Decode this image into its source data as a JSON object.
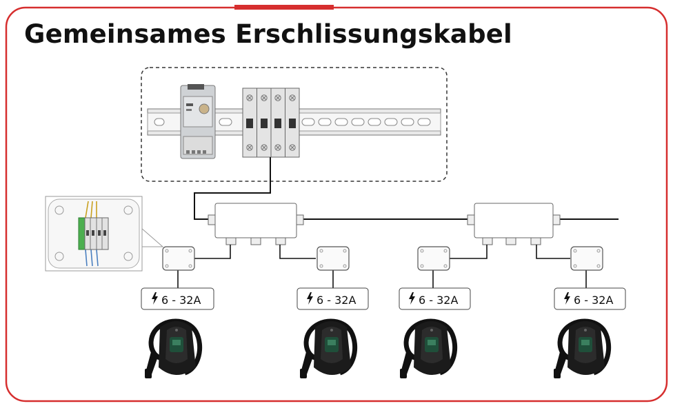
{
  "title": "Gemeinsames Erschlissungskabel",
  "colors": {
    "frame": "#d62e2e",
    "accent_bar": "#d62e2e",
    "cable": "#111111",
    "dashed_box": "#333333",
    "breaker_green": "#4caf50",
    "charger_body": "#1b1b1b"
  },
  "chargers": [
    {
      "current_label": "6 - 32A",
      "icon": "lightning-icon"
    },
    {
      "current_label": "6 - 32A",
      "icon": "lightning-icon"
    },
    {
      "current_label": "6 - 32A",
      "icon": "lightning-icon"
    },
    {
      "current_label": "6 - 32A",
      "icon": "lightning-icon"
    }
  ],
  "components": {
    "cabinet": [
      "din-rail",
      "energy-meter",
      "circuit-breaker"
    ],
    "distribution": [
      "junction-box",
      "junction-box"
    ],
    "connection": [
      "connection-box",
      "connection-box",
      "connection-box",
      "connection-box"
    ],
    "detail": "wiring-detail-box"
  }
}
